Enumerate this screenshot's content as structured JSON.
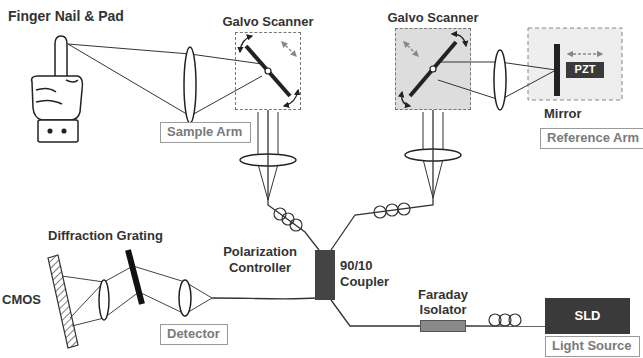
{
  "diagram": {
    "nodes": [
      {
        "text": [
          "Galvo Scanner"
        ]
      },
      {
        "text": [
          "Galvo Scanner"
        ]
      },
      {
        "text": [
          "PZT"
        ]
      },
      {
        "text": [
          "Sample Arm"
        ]
      },
      {
        "text": [
          "Reference Arm"
        ]
      },
      {
        "text": [
          "90/10 Coupler"
        ]
      },
      {
        "text": [
          "Detector"
        ]
      },
      {
        "text": [
          "Faraday Isolator"
        ]
      },
      {
        "text": [
          "SLD"
        ]
      },
      {
        "text": [
          "Light Source"
        ]
      }
    ],
    "edges": [
      {
        "from": 5,
        "to": 0,
        "arrow": "none"
      },
      {
        "from": 5,
        "to": 1,
        "arrow": "none"
      },
      {
        "from": 5,
        "to": 7,
        "arrow": "none"
      },
      {
        "from": 7,
        "to": 8,
        "arrow": "none"
      }
    ],
    "labels": [
      "Finger Nail & Pad",
      "Mirror",
      "Polarization Controller",
      "Diffraction Grating",
      "CMOS"
    ]
  }
}
